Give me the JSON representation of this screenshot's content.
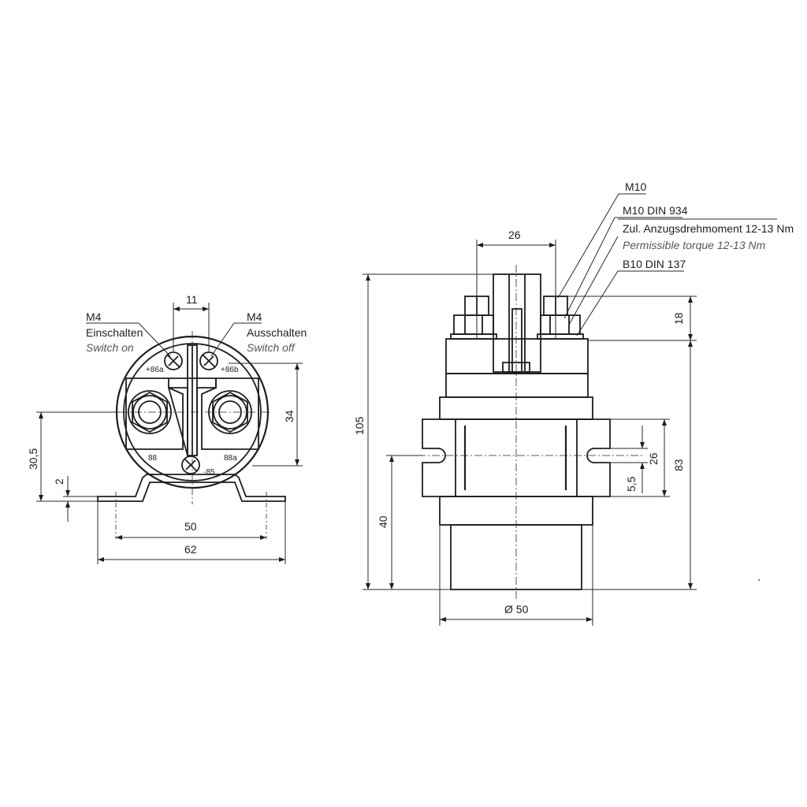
{
  "front_view": {
    "thread_left": "M4",
    "switch_on_de": "Einschalten",
    "switch_on_en": "Switch on",
    "thread_right": "M4",
    "switch_off_de": "Ausschalten",
    "switch_off_en": "Switch off",
    "terminal_86a": "+86a",
    "terminal_86b": "+86b",
    "terminal_88": "88",
    "terminal_88a": "88a",
    "terminal_85": "-85",
    "dim_11": "11",
    "dim_34": "34",
    "dim_30_5": "30,5",
    "dim_2": "2",
    "dim_50": "50",
    "dim_62": "62"
  },
  "side_view": {
    "label_m10": "M10",
    "label_nut": "M10 DIN 934",
    "label_torque_de": "Zul. Anzugsdrehmoment 12-13 Nm",
    "label_torque_en": "Permissible torque 12-13 Nm",
    "label_washer": "B10 DIN 137",
    "dim_26_top": "26",
    "dim_105": "105",
    "dim_40": "40",
    "dim_18": "18",
    "dim_83": "83",
    "dim_26_right": "26",
    "dim_5_5": "5,5",
    "dim_dia50": "Ø 50"
  }
}
